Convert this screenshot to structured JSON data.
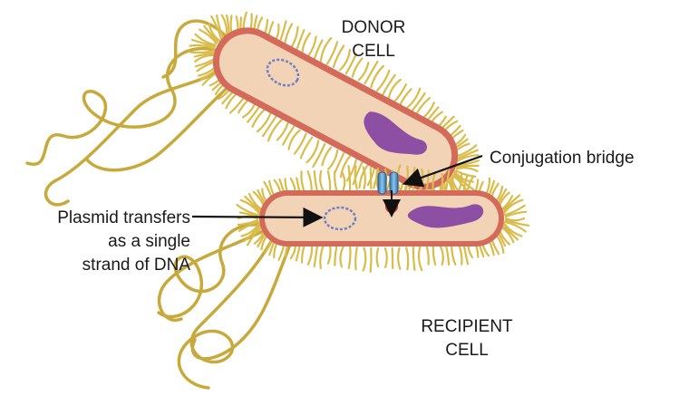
{
  "labels": {
    "donor_line1": "DONOR",
    "donor_line2": "CELL",
    "bridge": "Conjugation bridge",
    "plasmid_line1": "Plasmid transfers",
    "plasmid_line2": "as a single",
    "plasmid_line3": "strand of DNA",
    "recipient_line1": "RECIPIENT",
    "recipient_line2": "CELL"
  },
  "colors": {
    "pili": "#c8a93c",
    "pili_light": "#e9d46a",
    "cell_wall": "#d46a5a",
    "cytoplasm": "#f3d3b6",
    "nucleoid": "#8d4fa3",
    "plasmid": "#6f7fc8",
    "bridge": "#5e9fd6",
    "arrow": "#111111"
  }
}
